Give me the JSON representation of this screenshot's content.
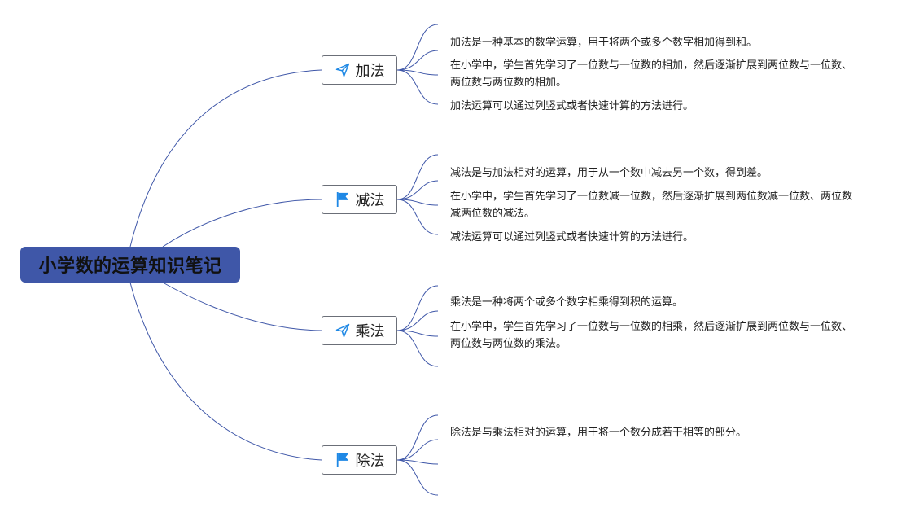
{
  "root": {
    "label": "小学数的运算知识笔记"
  },
  "branches": [
    {
      "label": "加法",
      "icon": "paper-plane-icon",
      "notes": [
        "加法是一种基本的数学运算，用于将两个或多个数字相加得到和。",
        "在小学中，学生首先学习了一位数与一位数的相加，然后逐渐扩展到两位数与一位数、两位数与两位数的相加。",
        "加法运算可以通过列竖式或者快速计算的方法进行。"
      ]
    },
    {
      "label": "减法",
      "icon": "flag-icon",
      "notes": [
        "减法是与加法相对的运算，用于从一个数中减去另一个数，得到差。",
        "在小学中，学生首先学习了一位数减一位数，然后逐渐扩展到两位数减一位数、两位数减两位数的减法。",
        "减法运算可以通过列竖式或者快速计算的方法进行。"
      ]
    },
    {
      "label": "乘法",
      "icon": "paper-plane-icon",
      "notes": [
        "乘法是一种将两个或多个数字相乘得到积的运算。",
        "在小学中，学生首先学习了一位数与一位数的相乘，然后逐渐扩展到两位数与一位数、两位数与两位数的乘法。"
      ]
    },
    {
      "label": "除法",
      "icon": "flag-icon",
      "notes": [
        "除法是与乘法相对的运算，用于将一个数分成若干相等的部分。"
      ]
    }
  ],
  "colors": {
    "root_fill": "#3f57a8",
    "connector": "#3f57a8",
    "icon_blue": "#1e88e5",
    "branch_border": "#6b6f78"
  }
}
